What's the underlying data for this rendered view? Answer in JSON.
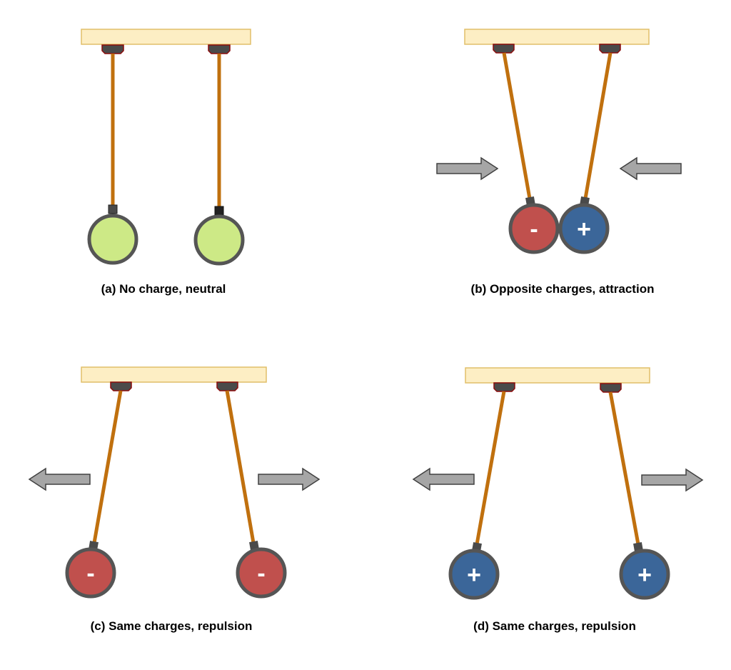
{
  "colors": {
    "bar_fill": "#fdeec4",
    "bar_stroke": "#e1bf6a",
    "clamp_fill": "#4a4a4a",
    "clamp_stroke": "#8a0c0c",
    "string": "#c0700e",
    "ball_outline": "#555555",
    "neutral": "#cde986",
    "negative": "#c0504d",
    "positive": "#3b6699",
    "arrow_fill": "#a6a6a6",
    "arrow_stroke": "#404040"
  },
  "panels": {
    "a": {
      "caption": "(a) No charge, neutral",
      "left_ball": "neutral",
      "right_ball": "neutral",
      "force": "none"
    },
    "b": {
      "caption": "(b) Opposite charges, attraction",
      "left_ball": "negative",
      "right_ball": "positive",
      "force": "attraction",
      "left_sign": "-",
      "right_sign": "+"
    },
    "c": {
      "caption": "(c) Same charges, repulsion",
      "left_ball": "negative",
      "right_ball": "negative",
      "force": "repulsion",
      "left_sign": "-",
      "right_sign": "-"
    },
    "d": {
      "caption": "(d) Same charges, repulsion",
      "left_ball": "positive",
      "right_ball": "positive",
      "force": "repulsion",
      "left_sign": "+",
      "right_sign": "+"
    }
  }
}
